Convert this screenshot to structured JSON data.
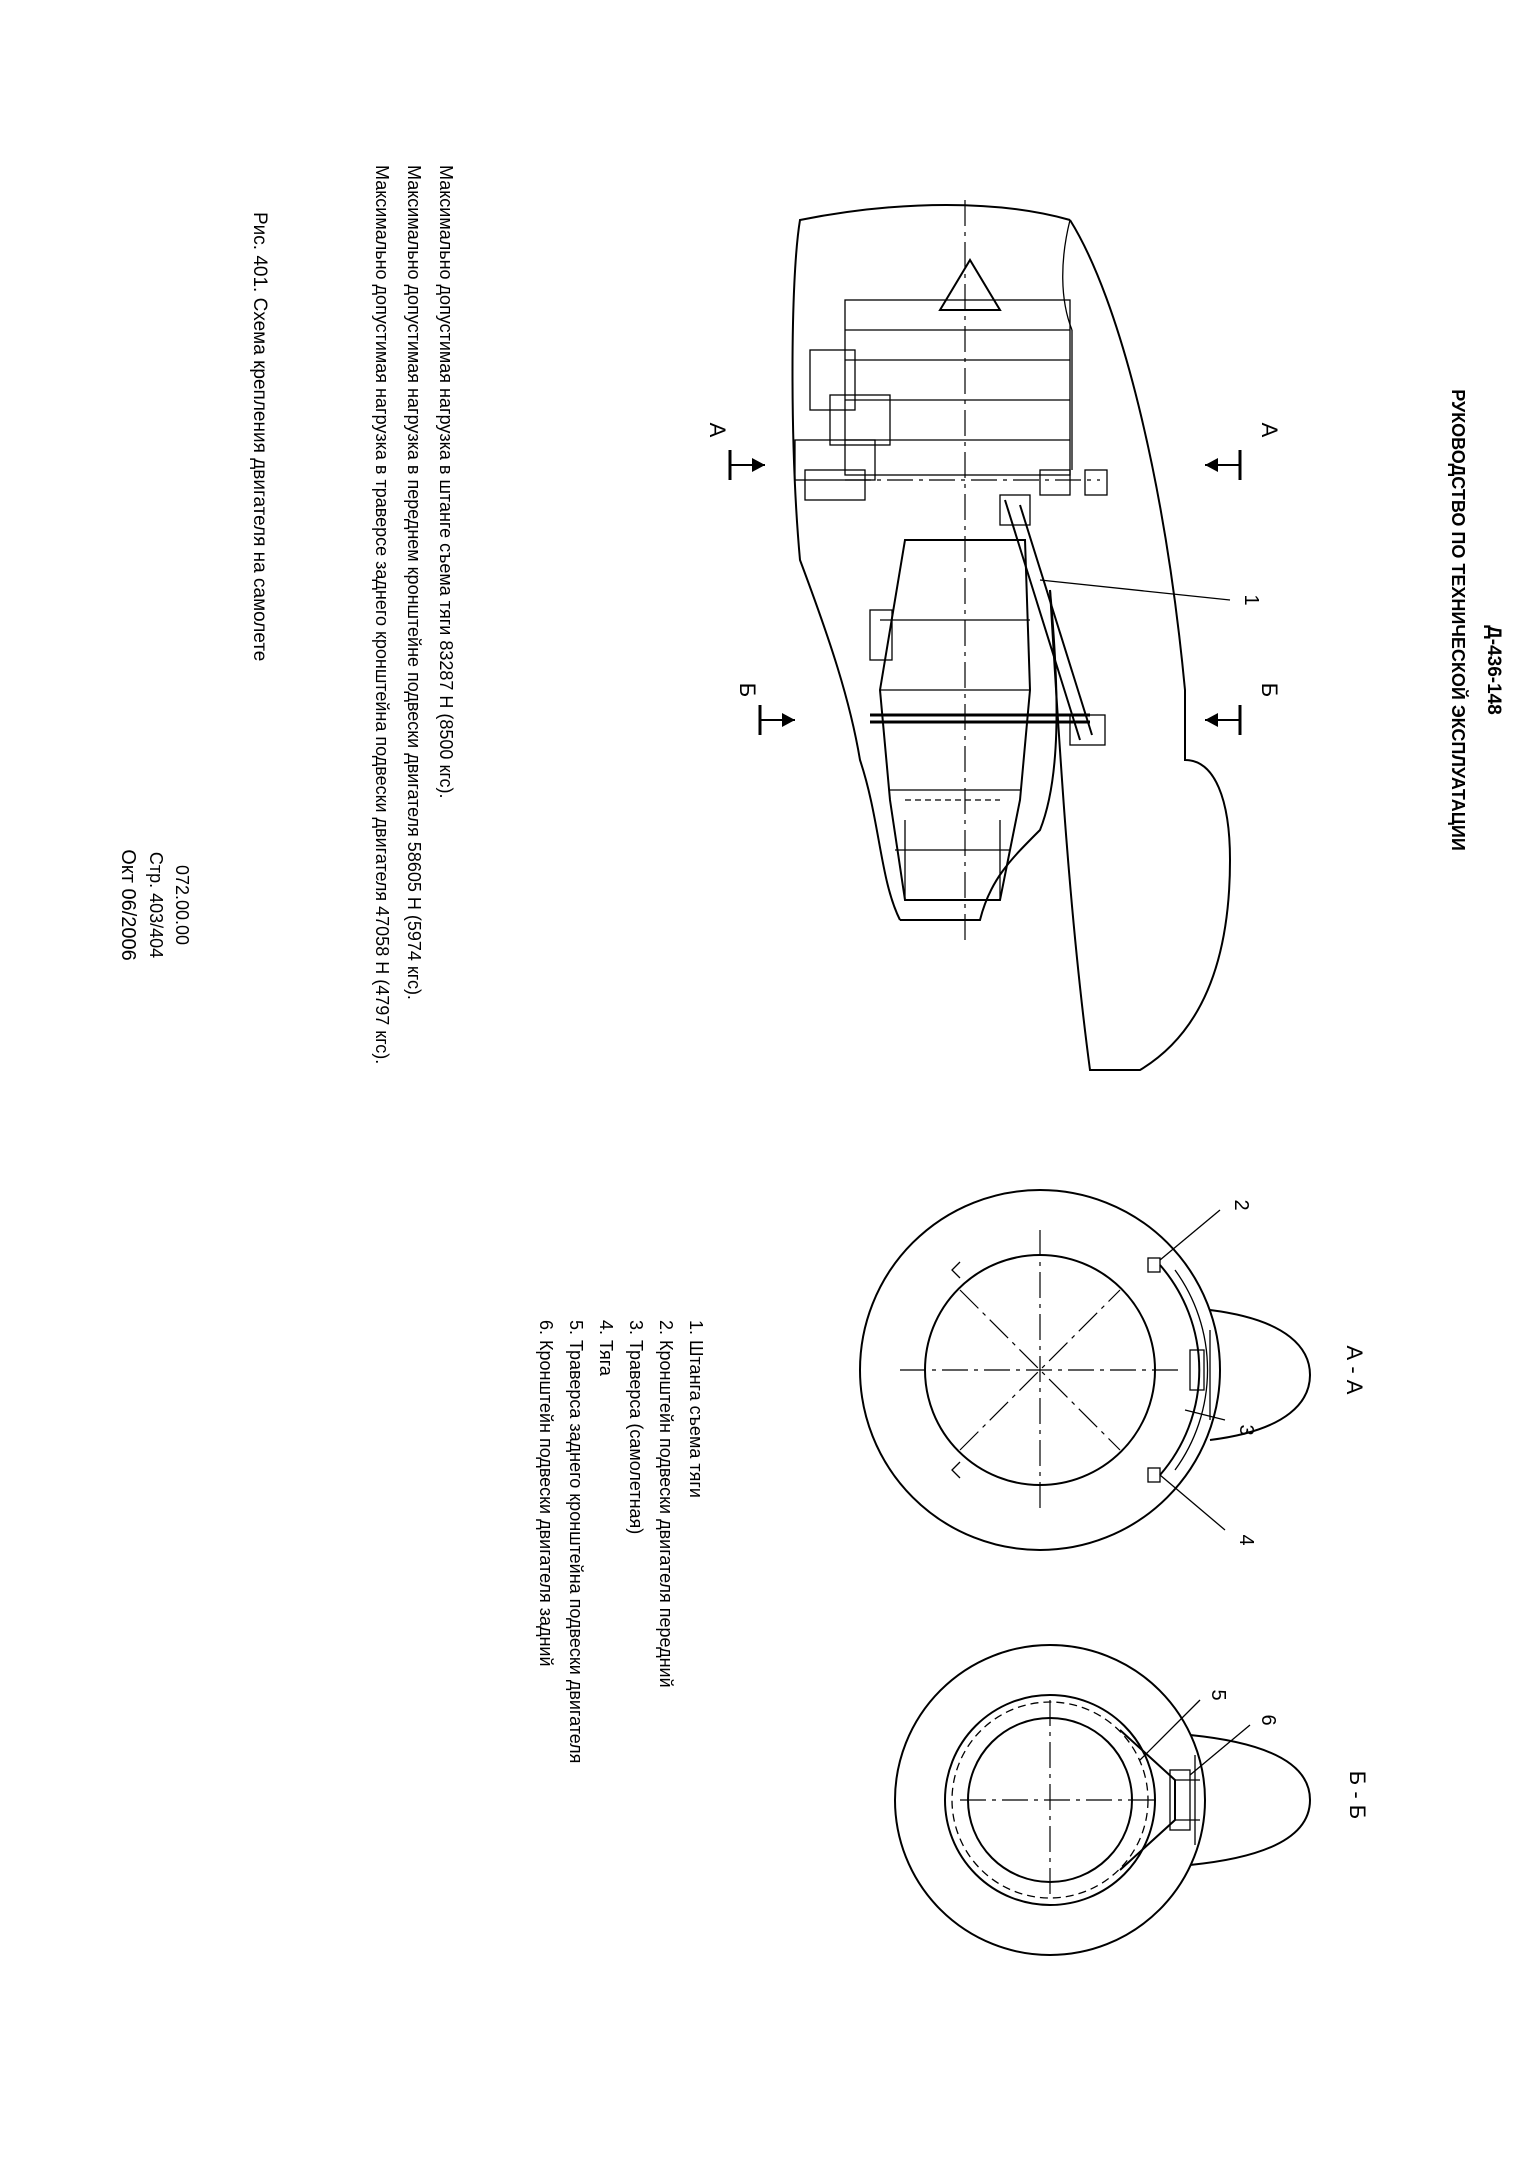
{
  "header": {
    "doc_code": "Д-436-148",
    "manual_title": "РУКОВОДСТВО ПО ТЕХНИЧЕСКОЙ ЭКСПЛУАТАЦИИ"
  },
  "drawing": {
    "section_aa_marks": [
      "А",
      "А"
    ],
    "section_bb_marks": [
      "Б",
      "Б"
    ],
    "callout_side_view": "1",
    "section_aa": {
      "title": "А - А",
      "callouts": [
        "2",
        "3",
        "4"
      ]
    },
    "section_bb": {
      "title": "Б - Б",
      "callouts": [
        "5",
        "6"
      ]
    }
  },
  "legend": [
    "1. Штанга съема тяги",
    "2. Кронштейн подвески двигателя передний",
    "3. Траверса (самолетная)",
    "4. Тяга",
    "5. Траверса заднего кронштейна подвески двигателя",
    "6. Кронштейн подвески двигателя задний"
  ],
  "loads": [
    "Максимально допустимая нагрузка в штанге съема тяги  83287 Н  (8500 кгс).",
    "Максимально допустимая нагрузка в переднем кронштейне подвески двигателя  58605 Н  (5974 кгс).",
    "Максимально допустимая нагрузка в траверсе заднего кронштейна подвески двигателя  47058 Н  (4797 кгс)."
  ],
  "figure_caption": "Рис. 401. Схема крепления двигателя на самолете",
  "footer": {
    "section_code": "072.00.00",
    "page": "Стр. 403/404",
    "date": "Окт 06/2006"
  }
}
